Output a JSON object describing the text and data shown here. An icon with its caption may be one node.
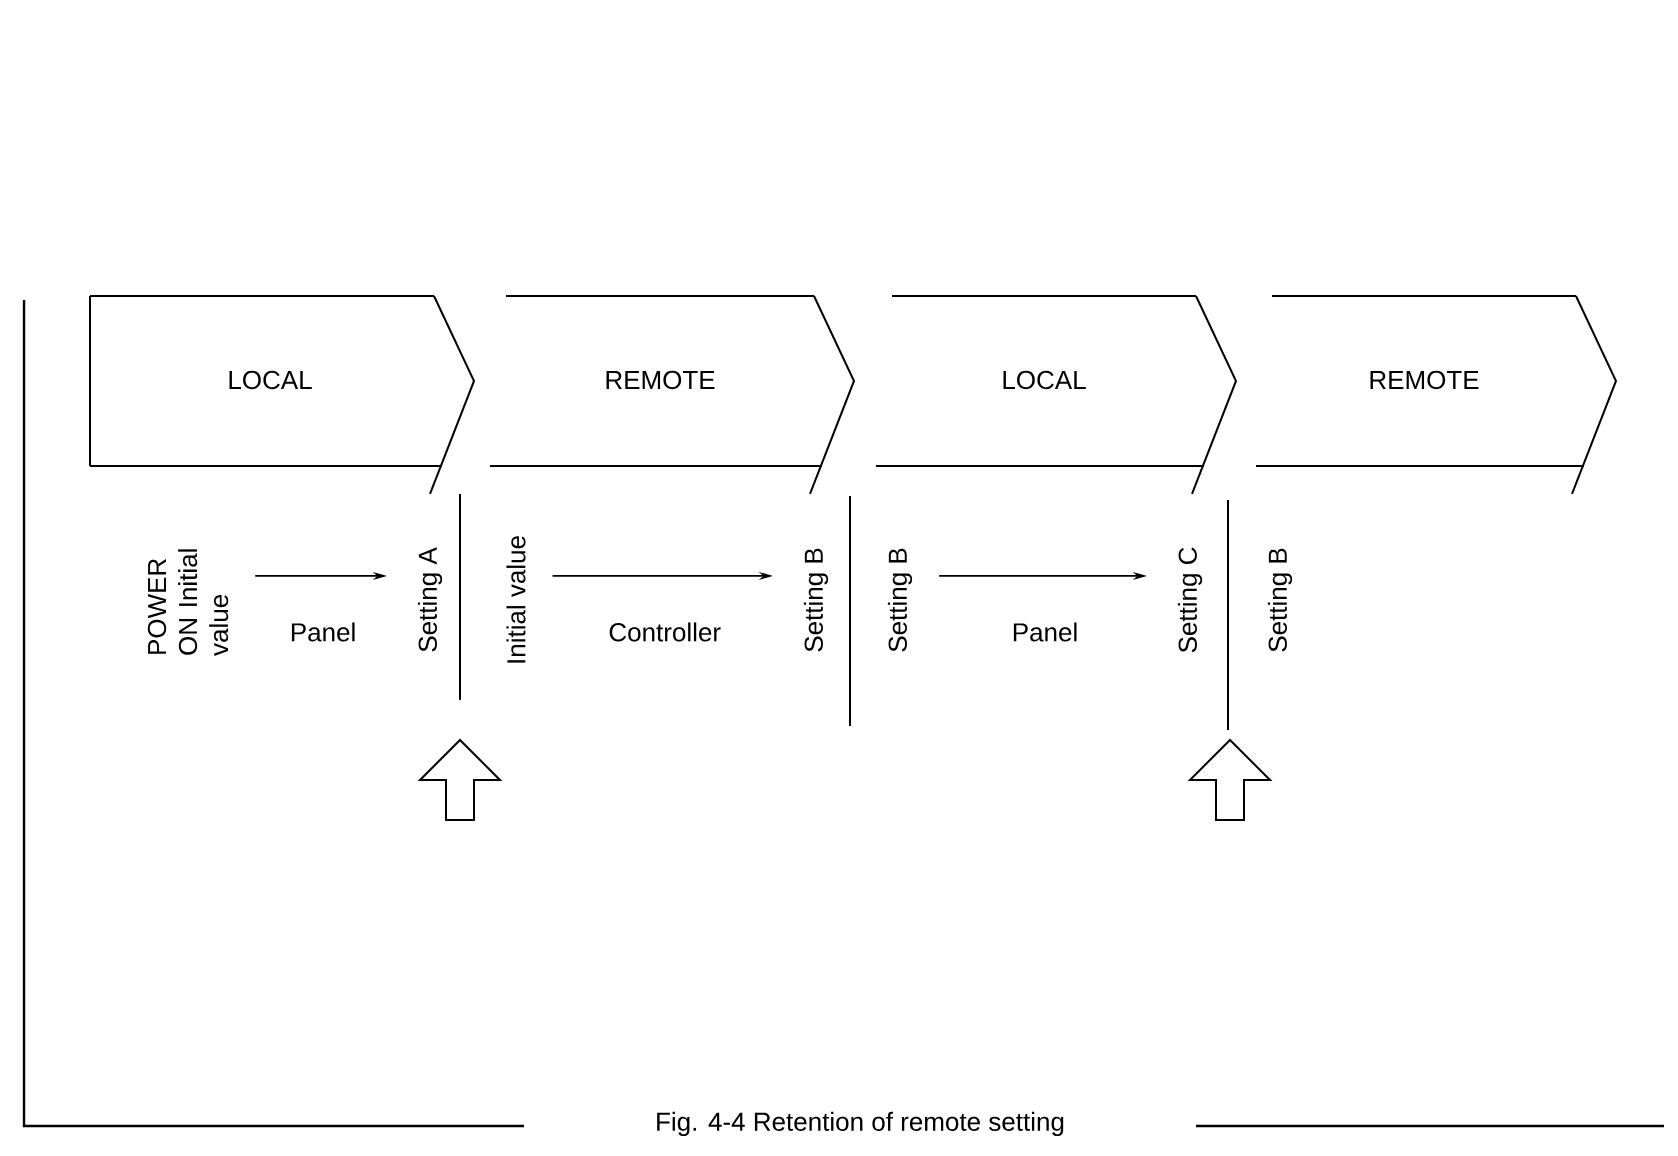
{
  "diagram": {
    "caption": "Fig. 4-4 Retention of remote setting",
    "nodes": [
      {
        "text": [
          "LOCAL"
        ]
      },
      {
        "text": [
          "REMOTE"
        ]
      },
      {
        "text": [
          "LOCAL"
        ]
      },
      {
        "text": [
          "REMOTE"
        ]
      },
      {
        "text": [
          "POWER ON Initial value"
        ]
      },
      {
        "text": [
          "Setting A"
        ]
      },
      {
        "text": [
          "Initial value"
        ]
      },
      {
        "text": [
          "Setting B"
        ]
      },
      {
        "text": [
          "Setting B"
        ]
      },
      {
        "text": [
          "Setting C"
        ]
      },
      {
        "text": [
          "Setting B"
        ]
      }
    ],
    "edges": [
      {
        "from": 4,
        "to": 5,
        "arrow": "to",
        "label": "Panel"
      },
      {
        "from": 6,
        "to": 7,
        "arrow": "to",
        "label": "Controller"
      },
      {
        "from": 8,
        "to": 9,
        "arrow": "to",
        "label": "Panel"
      }
    ]
  }
}
